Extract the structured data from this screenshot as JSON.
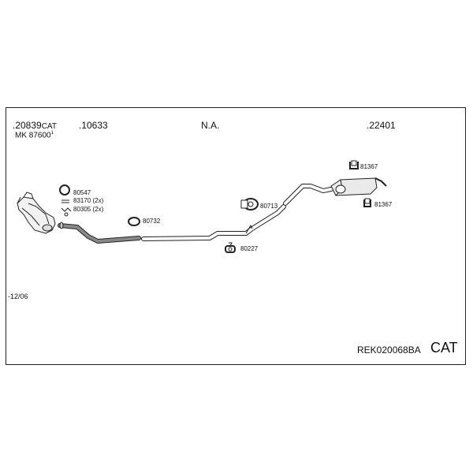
{
  "header_labels": {
    "part1_num": ".20839",
    "part1_suffix": "CAT",
    "part1_sub": "MK 87600",
    "part1_sub_mark": "1",
    "part2": ".10633",
    "part3": "N.A.",
    "part4": ".22401"
  },
  "callouts": {
    "c80547": "80547",
    "c83170": "83170 (2x)",
    "c80305": "80305 (2x)",
    "c80732": "80732",
    "c80713": "80713",
    "c80227": "80227",
    "c81367a": "81367",
    "c81367b": "81367"
  },
  "footer": {
    "date_note": "-12/06",
    "ref_code": "REK020068BA",
    "cat_label": "CAT"
  }
}
